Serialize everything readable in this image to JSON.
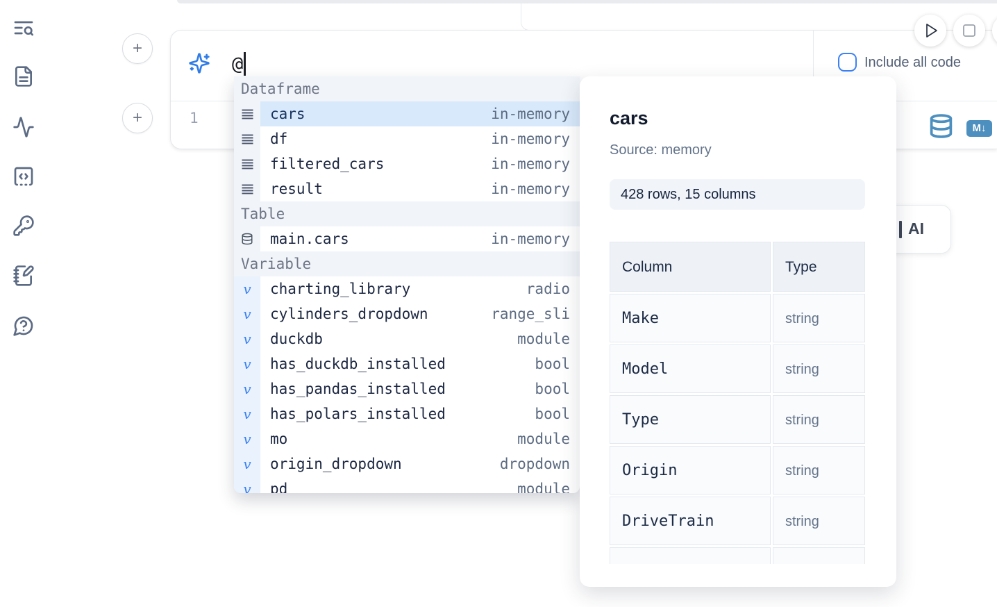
{
  "colors": {
    "accent_blue": "#3b82f6",
    "steel_blue": "#4d8fbe",
    "selection_blue": "#d8e9fb"
  },
  "controls": {
    "add_cell_label": "+"
  },
  "sidebar": {
    "icons": [
      "text-search-icon",
      "file-text-icon",
      "activity-icon",
      "code-square-icon",
      "key-icon",
      "notebook-pen-icon",
      "help-chat-icon"
    ]
  },
  "ai_prompt": {
    "value": "@",
    "include_all_code_label": "Include all code",
    "include_all_code_checked": false
  },
  "code_cell": {
    "line_number": "1",
    "markdown_badge": "M↓"
  },
  "ai_card": {
    "label": "AI"
  },
  "autocomplete": {
    "sections": [
      {
        "label": "Dataframe",
        "items": [
          {
            "icon": "dataframe-icon",
            "name": "cars",
            "type": "in-memory",
            "selected": true
          },
          {
            "icon": "dataframe-icon",
            "name": "df",
            "type": "in-memory"
          },
          {
            "icon": "dataframe-icon",
            "name": "filtered_cars",
            "type": "in-memory"
          },
          {
            "icon": "dataframe-icon",
            "name": "result",
            "type": "in-memory"
          }
        ]
      },
      {
        "label": "Table",
        "items": [
          {
            "icon": "database-icon",
            "name": "main.cars",
            "type": "in-memory"
          }
        ]
      },
      {
        "label": "Variable",
        "items": [
          {
            "icon": "variable-icon",
            "name": "charting_library",
            "type": "radio"
          },
          {
            "icon": "variable-icon",
            "name": "cylinders_dropdown",
            "type": "range_sli"
          },
          {
            "icon": "variable-icon",
            "name": "duckdb",
            "type": "module"
          },
          {
            "icon": "variable-icon",
            "name": "has_duckdb_installed",
            "type": "bool"
          },
          {
            "icon": "variable-icon",
            "name": "has_pandas_installed",
            "type": "bool"
          },
          {
            "icon": "variable-icon",
            "name": "has_polars_installed",
            "type": "bool"
          },
          {
            "icon": "variable-icon",
            "name": "mo",
            "type": "module"
          },
          {
            "icon": "variable-icon",
            "name": "origin_dropdown",
            "type": "dropdown"
          },
          {
            "icon": "variable-icon",
            "name": "pd",
            "type": "module",
            "clipped": true
          }
        ]
      }
    ]
  },
  "preview": {
    "title": "cars",
    "source": "Source: memory",
    "shape_badge": "428 rows, 15 columns",
    "table": {
      "headers": [
        "Column",
        "Type"
      ],
      "rows": [
        [
          "Make",
          "string"
        ],
        [
          "Model",
          "string"
        ],
        [
          "Type",
          "string"
        ],
        [
          "Origin",
          "string"
        ],
        [
          "DriveTrain",
          "string"
        ]
      ]
    }
  }
}
